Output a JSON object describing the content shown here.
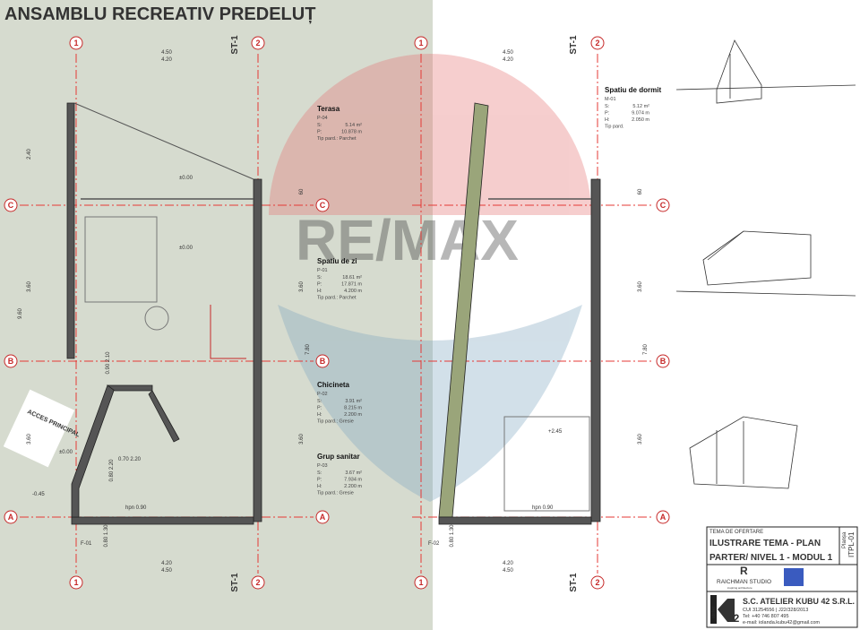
{
  "header": {
    "title": "ANSAMBLU RECREATIV PREDELUȚ"
  },
  "watermark": {
    "brand": "RE/MAX",
    "color": "#c62828"
  },
  "colors": {
    "grid": "#e53935",
    "left_panel": "#d6dbcf",
    "accent_blue": "#1f3a93"
  },
  "grid_axes": {
    "vertical": [
      "1",
      "2"
    ],
    "horizontal": [
      "C",
      "B",
      "A"
    ]
  },
  "section_marker": "ST-1",
  "left_plan": {
    "dims_top": [
      "4.50",
      "4.20"
    ],
    "dims_bottom": [
      "4.20",
      "4.50"
    ],
    "dims_left": [
      "2.40",
      "3.60",
      "9.60",
      "3.60"
    ],
    "dims_right": [
      "60",
      "3.60",
      "7.80",
      "3.60"
    ],
    "levels": [
      "±0.00",
      "±0.00",
      "±0.00",
      "-0.45"
    ],
    "access_label": "ACCES PRINCIPAL",
    "door_labels": [
      "0.90\n2.10",
      "0.70\n2.20",
      "0.80\n2.20",
      "hpn 0.90",
      "0.80\n1.30",
      "F-01"
    ],
    "rooms": [
      {
        "name": "Terasa",
        "code": "P-04",
        "rows": [
          [
            "S:",
            "5.14 m²"
          ],
          [
            "P:",
            "10.878 m"
          ]
        ],
        "floor": "Tip pard.: Parchet"
      },
      {
        "name": "Spatiu de zi",
        "code": "P-01",
        "rows": [
          [
            "S:",
            "18.61 m²"
          ],
          [
            "P:",
            "17.871 m"
          ],
          [
            "H:",
            "4.200 m"
          ]
        ],
        "floor": "Tip pard.: Parchet"
      },
      {
        "name": "Chicineta",
        "code": "P-02",
        "rows": [
          [
            "S:",
            "3.91 m²"
          ],
          [
            "P:",
            "8.215 m"
          ],
          [
            "H:",
            "2.200 m"
          ]
        ],
        "floor": "Tip pard.: Gresie"
      },
      {
        "name": "Grup sanitar",
        "code": "P-03",
        "rows": [
          [
            "S:",
            "3.67 m²"
          ],
          [
            "P:",
            "7.934 m"
          ],
          [
            "H:",
            "2.200 m"
          ]
        ],
        "floor": "Tip pard.: Gresie"
      }
    ]
  },
  "right_plan": {
    "dims_top": [
      "4.50",
      "4.20"
    ],
    "dims_bottom": [
      "4.20",
      "4.50"
    ],
    "dims_right": [
      "60",
      "3.60",
      "7.80",
      "3.60"
    ],
    "level": "+2.45",
    "door_labels": [
      "hpn 0.90",
      "0.80\n1.30",
      "F-02"
    ],
    "room": {
      "name": "Spatiu de dormit",
      "code": "M-01",
      "rows": [
        [
          "S:",
          "5.12 m²"
        ],
        [
          "P:",
          "9.074 m"
        ],
        [
          "H:",
          "2.050 m"
        ]
      ],
      "floor": "Tip pard."
    }
  },
  "title_block": {
    "subtitle": "TEMA DE OFERTARE",
    "title_line1": "ILUSTRARE TEMA - PLAN",
    "title_line2": "PARTER/ NIVEL 1 - MODUL 1",
    "sheet_label": "Planșa",
    "sheet_code": "ITPL-01",
    "studio": "RAICHMAN STUDIO",
    "studio_tag": "inspiring architecture",
    "company": "S.C. ATELIER KUBU 42 S.R.L.",
    "company_lines": [
      "CUI 31254556 | J22/328/2013",
      "Tel: +40 746 807 495",
      "e-mail: iolanda.kubu42@gmail.com"
    ],
    "logo_text": "atelier",
    "logo_number": "42"
  }
}
